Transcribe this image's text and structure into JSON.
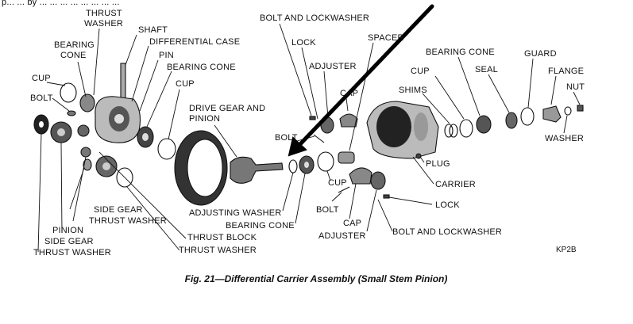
{
  "header_fragment": "p... ... by ... ... ... ... ... ... ... ...",
  "labels": {
    "thrust_washer_top": "THRUST\nWASHER",
    "shaft": "SHAFT",
    "bearing_cone_left": "BEARING\nCONE",
    "differential_case": "DIFFERENTIAL CASE",
    "pin": "PIN",
    "bearing_cone_mid": "BEARING CONE",
    "cup_left": "CUP",
    "bolt_left": "BOLT",
    "cup_mid": "CUP",
    "drive_gear_and_pinion": "DRIVE GEAR AND\nPINION",
    "bolt_and_lockwasher_top": "BOLT AND LOCKWASHER",
    "lock_top": "LOCK",
    "adjuster_top": "ADJUSTER",
    "cap_top": "CAP",
    "bolt_mid": "BOLT",
    "spacer": "SPACER",
    "bearing_cone_right": "BEARING CONE",
    "cup_right": "CUP",
    "shims": "SHIMS",
    "seal": "SEAL",
    "guard": "GUARD",
    "flange": "FLANGE",
    "nut": "NUT",
    "washer": "WASHER",
    "plug": "PLUG",
    "carrier": "CARRIER",
    "lock_bottom": "LOCK",
    "bolt_and_lockwasher_bottom": "BOLT AND LOCKWASHER",
    "side_gear_thrust_washer": "SIDE GEAR\nTHRUST WASHER",
    "pinion": "PINION",
    "side_gear": "SIDE GEAR",
    "thrust_washer_bottom_left": "THRUST WASHER",
    "thrust_block": "THRUST BLOCK",
    "thrust_washer_bottom": "THRUST WASHER",
    "adjusting_washer": "ADJUSTING WASHER",
    "bearing_cone_bottom": "BEARING CONE",
    "cup_bottom": "CUP",
    "bolt_bottom": "BOLT",
    "cap_bottom": "CAP",
    "adjuster_bottom": "ADJUSTER"
  },
  "figure_code": "KP2B",
  "caption": "Fig. 21—Differential Carrier Assembly (Small Stem Pinion)"
}
